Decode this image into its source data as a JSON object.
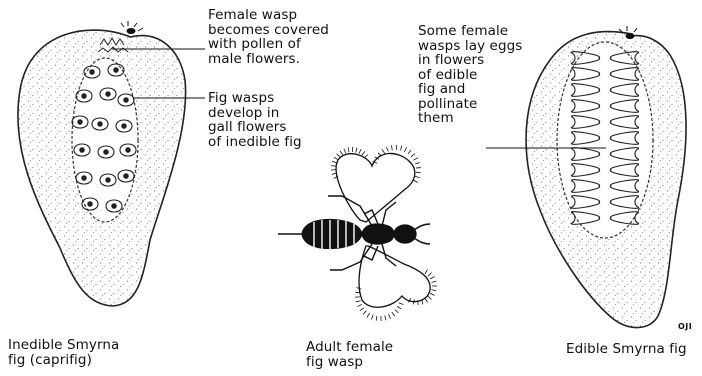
{
  "left_fig": {
    "caption": [
      "Inedible Smyrna",
      "fig (caprifig)"
    ],
    "annotation_pollen": [
      "Female wasp",
      "becomes covered",
      "with pollen of",
      "male flowers."
    ],
    "annotation_gall": [
      "Fig wasps",
      "develop in",
      "gall flowers",
      "of inedible fig"
    ]
  },
  "wasp": {
    "caption": [
      "Adult female",
      "fig wasp"
    ]
  },
  "right_fig": {
    "annotation": [
      "Some female",
      "wasps lay eggs",
      "in flowers",
      "of edible",
      "fig and",
      "pollinate",
      "them"
    ],
    "caption": [
      "Edible Smyrna fig"
    ]
  },
  "signature": "OJI"
}
